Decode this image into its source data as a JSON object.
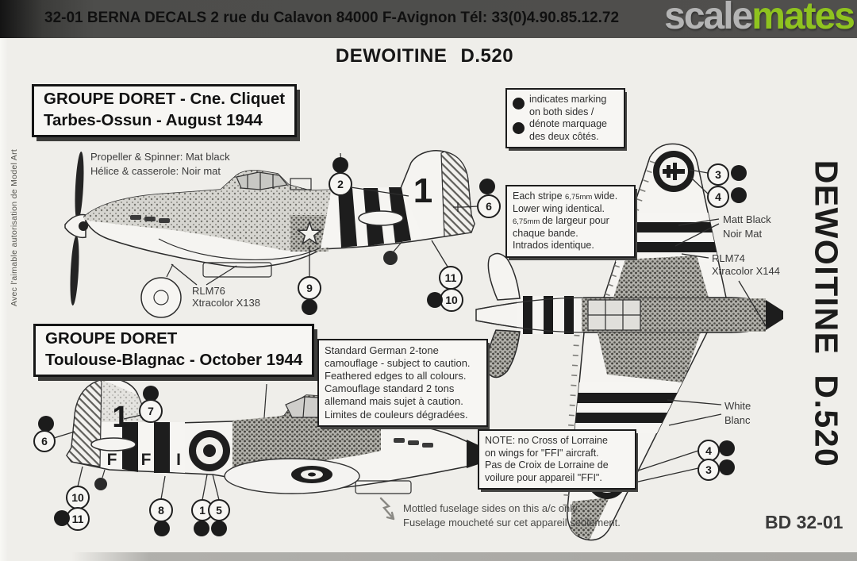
{
  "topbar": {
    "text": "32-01 BERNA DECALS 2 rue du Calavon 84000 F-Avignon Tél: 33(0)4.90.85.12.72",
    "logo_scale": "scale",
    "logo_mates": "mates"
  },
  "title": "DEWOITINE  D.520",
  "credit_vertical": "Avec l'aimable autorisation de Model Art",
  "side_title_vertical": "DEWOITINE  D.520",
  "sheet_code": "BD 32-01",
  "legend_box": {
    "l1": "indicates marking",
    "l2": "on both sides /",
    "l3": "dénote marquage",
    "l4": "des deux côtés."
  },
  "scheme1": {
    "title1": "GROUPE  DORET - Cne. Cliquet",
    "title2": "Tarbes-Ossun - August 1944",
    "prop_en": "Propeller & Spinner: Mat black",
    "prop_fr": "Hélice & casserole: Noir mat",
    "paint1": "RLM76",
    "paint2": "Xtracolor X138",
    "tail_number": "1",
    "c2": "2",
    "c6": "6",
    "c9": "9",
    "c10": "10",
    "c11": "11"
  },
  "stripe_note": {
    "l1a": "Each stripe ",
    "l1b": "6,75mm ",
    "l1c": "wide.",
    "l2": "Lower wing identical.",
    "l3a": "6,75mm ",
    "l3b": "de largeur pour",
    "l4": "chaque bande.",
    "l5": "Intrados identique."
  },
  "camo_note": {
    "l1": "Standard German 2-tone",
    "l2": "camouflage - subject to caution.",
    "l3": "Feathered edges to all colours.",
    "l4": "Camouflage standard 2 tons",
    "l5": "allemand mais sujet à caution.",
    "l6": "Limites de couleurs dégradées."
  },
  "scheme2": {
    "title1": "GROUPE  DORET",
    "title2": "Toulouse-Blagnac - October 1944",
    "tail_number": "1",
    "code1": "F",
    "code2": "F",
    "code3": "I",
    "c7": "7",
    "c6": "6",
    "c10": "10",
    "c11": "11",
    "c8": "8",
    "c1": "1",
    "c5": "5"
  },
  "ffi_note": {
    "l1": "NOTE: no Cross of Lorraine",
    "l2": "on wings for \"FFI\" aircraft.",
    "l3": "Pas de Croix de Lorraine de",
    "l4": "voilure pour appareil \"FFI\"."
  },
  "mottle_note": {
    "en": "Mottled fuselage sides on this a/c only.",
    "fr": "Fuselage moucheté sur cet appareil seulement."
  },
  "top_view": {
    "matt_black1": "Matt Black",
    "matt_black2": "Noir Mat",
    "rlm1": "RLM74",
    "rlm2": "Xtracolor X144",
    "white1": "White",
    "white2": "Blanc",
    "t3": "3",
    "t4": "4",
    "b4": "4",
    "b3": "3"
  },
  "colors": {
    "logo_scale": "#b4b4b4",
    "logo_mates": "#8fc31f",
    "topbar_bg": "#4c4c4a",
    "paper": "#efeeea",
    "ink": "#1c1c1c"
  }
}
